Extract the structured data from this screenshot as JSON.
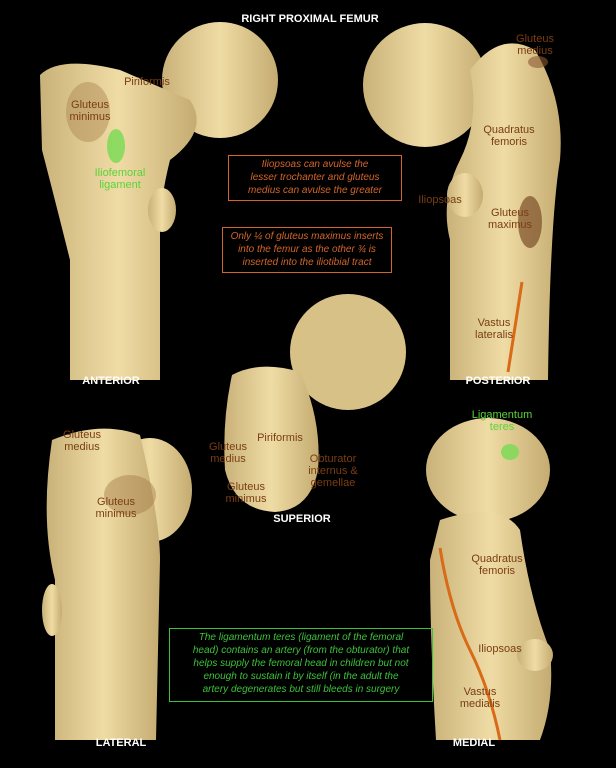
{
  "title": "RIGHT PROXIMAL FEMUR",
  "views": {
    "anterior": "ANTERIOR",
    "posterior": "POSTERIOR",
    "superior": "SUPERIOR",
    "lateral": "LATERAL",
    "medial": "MEDIAL"
  },
  "anterior_labels": {
    "piriformis": "Piriformis",
    "gluteus_minimus": "Gluteus\nminimus",
    "iliofemoral": "Iliofemoral\nligament"
  },
  "posterior_labels": {
    "gluteus_medius": "Gluteus\nmedius",
    "quadratus_femoris": "Quadratus\nfemoris",
    "iliopsoas": "Iliopsoas",
    "gluteus_maximus": "Gluteus\nmaximus",
    "vastus_lateralis": "Vastus\nlateralis"
  },
  "superior_labels": {
    "piriformis": "Piriformis",
    "gluteus_medius": "Gluteus\nmedius",
    "obturator": "Obturator\ninternus &\ngemellae",
    "gluteus_minimus": "Gluteus\nminimus"
  },
  "lateral_labels": {
    "gluteus_medius": "Gluteus\nmedius",
    "gluteus_minimus": "Gluteus\nminimus"
  },
  "medial_labels": {
    "ligamentum_teres": "Ligamentum\nteres",
    "quadratus_femoris": "Quadratus\nfemoris",
    "iliopsoas": "Iliopsoas",
    "vastus_medialis": "Vastus\nmedialis"
  },
  "notes": {
    "avulsion": "Iliopsoas can avulse the\nlesser trochanter and gluteus\nmedius can avulse the greater",
    "gluteus_maximus": "Only ¼ of gluteus maximus inserts\ninto the femur as the other ¾ is\ninserted into the iliotibial tract",
    "ligamentum_teres": "The ligamentum teres (ligament of the femoral\nhead) contains an artery (from the obturator) that\nhelps supply the femoral head in children but not\nenough to sustain it by itself (in the adult the\nartery degenerates but still bleeds in surgery"
  },
  "colors": {
    "background": "#000000",
    "bone": "#e3cf95",
    "muscle_label": "#7a3d12",
    "note_orange": "#d3652a",
    "note_green": "#3cc23a",
    "ligament_green": "#5ad33a"
  }
}
